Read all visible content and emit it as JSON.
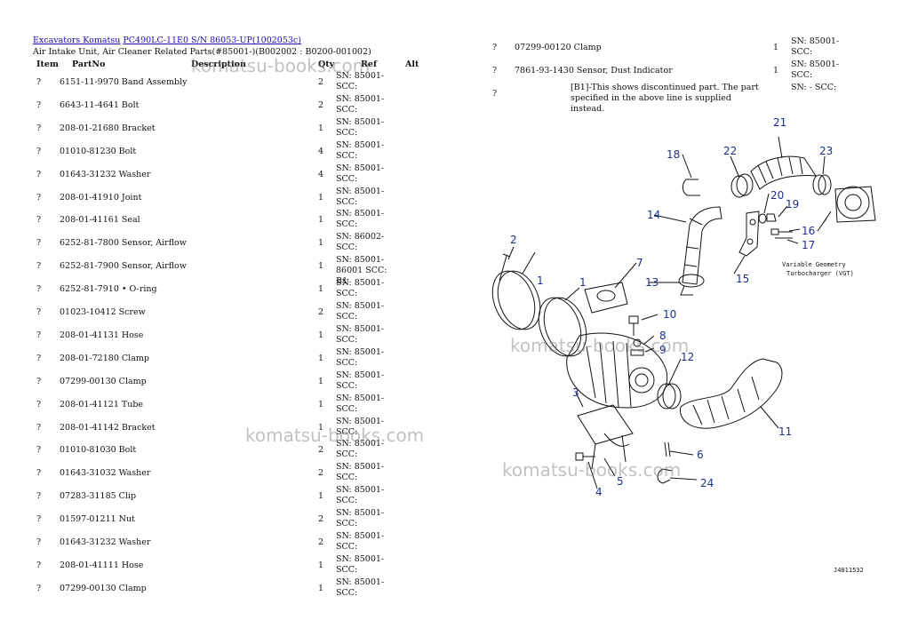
{
  "breadcrumb": {
    "link1": "Excavators Komatsu",
    "link2": "PC490LC-11E0 S/N 86053-UP(1002053c)"
  },
  "subtitle": "Air Intake Unit, Air Cleaner Related Parts(#85001-)(B002002 : B0200-001002)",
  "headers": {
    "item": "Item",
    "partno": "PartNo",
    "description": "Description",
    "qty": "Qty",
    "ref": "Ref",
    "alt": "Alt"
  },
  "left_rows": [
    {
      "item": "?",
      "part": "6151-11-9970 Band Assembly",
      "qty": "2",
      "ref": "SN: 85001- SCC:"
    },
    {
      "item": "?",
      "part": "6643-11-4641 Bolt",
      "qty": "2",
      "ref": "SN: 85001- SCC:"
    },
    {
      "item": "?",
      "part": "208-01-21680 Bracket",
      "qty": "1",
      "ref": "SN: 85001- SCC:"
    },
    {
      "item": "?",
      "part": "01010-81230 Bolt",
      "qty": "4",
      "ref": "SN: 85001- SCC:"
    },
    {
      "item": "?",
      "part": "01643-31232 Washer",
      "qty": "4",
      "ref": "SN: 85001- SCC:"
    },
    {
      "item": "?",
      "part": "208-01-41910 Joint",
      "qty": "1",
      "ref": "SN: 85001- SCC:"
    },
    {
      "item": "?",
      "part": "208-01-41161 Seal",
      "qty": "1",
      "ref": "SN: 85001- SCC:"
    },
    {
      "item": "?",
      "part": "6252-81-7800 Sensor, Airflow",
      "qty": "1",
      "ref": "SN: 86002- SCC:"
    },
    {
      "item": "?",
      "part": "6252-81-7900 Sensor, Airflow",
      "qty": "1",
      "ref": "SN: 85001-86001 SCC: B1"
    },
    {
      "item": "?",
      "part": "6252-81-7910 • O-ring",
      "qty": "1",
      "ref": "SN: 85001- SCC:"
    },
    {
      "item": "?",
      "part": "01023-10412 Screw",
      "qty": "2",
      "ref": "SN: 85001- SCC:"
    },
    {
      "item": "?",
      "part": "208-01-41131 Hose",
      "qty": "1",
      "ref": "SN: 85001- SCC:"
    },
    {
      "item": "?",
      "part": "208-01-72180 Clamp",
      "qty": "1",
      "ref": "SN: 85001- SCC:"
    },
    {
      "item": "?",
      "part": "07299-00130 Clamp",
      "qty": "1",
      "ref": "SN: 85001- SCC:"
    },
    {
      "item": "?",
      "part": "208-01-41121 Tube",
      "qty": "1",
      "ref": "SN: 85001- SCC:"
    },
    {
      "item": "?",
      "part": "208-01-41142 Bracket",
      "qty": "1",
      "ref": "SN: 85001- SCC:"
    },
    {
      "item": "?",
      "part": "01010-81030 Bolt",
      "qty": "2",
      "ref": "SN: 85001- SCC:"
    },
    {
      "item": "?",
      "part": "01643-31032 Washer",
      "qty": "2",
      "ref": "SN: 85001- SCC:"
    },
    {
      "item": "?",
      "part": "07283-31185 Clip",
      "qty": "1",
      "ref": "SN: 85001- SCC:"
    },
    {
      "item": "?",
      "part": "01597-01211 Nut",
      "qty": "2",
      "ref": "SN: 85001- SCC:"
    },
    {
      "item": "?",
      "part": "01643-31232 Washer",
      "qty": "2",
      "ref": "SN: 85001- SCC:"
    },
    {
      "item": "?",
      "part": "208-01-41111 Hose",
      "qty": "1",
      "ref": "SN: 85001- SCC:"
    },
    {
      "item": "?",
      "part": "07299-00130 Clamp",
      "qty": "1",
      "ref": "SN: 85001- SCC:"
    }
  ],
  "right_rows": [
    {
      "item": "?",
      "part": "07299-00120 Clamp",
      "qty": "1",
      "ref": "SN: 85001- SCC:"
    },
    {
      "item": "?",
      "part": "7861-93-1430 Sensor, Dust Indicator",
      "qty": "1",
      "ref": "SN: 85001- SCC:"
    }
  ],
  "note": {
    "item": "?",
    "text": "[B1]-This shows discontinued part. The part specified in the above line is supplied instead.",
    "ref": "SN: - SCC:"
  },
  "watermark": "komatsu-books.com",
  "diagram": {
    "callouts": [
      "1",
      "2",
      "3",
      "4",
      "5",
      "6",
      "7",
      "8",
      "9",
      "10",
      "11",
      "12",
      "13",
      "14",
      "15",
      "16",
      "17",
      "18",
      "19",
      "20",
      "21",
      "22",
      "23",
      "24",
      "1"
    ],
    "caption_line1": "Variable Geometry",
    "caption_line2": "Turbocharger (VGT)",
    "code": "J4011532",
    "colors": {
      "callout": "#1c2f8f",
      "line": "#111111"
    }
  }
}
